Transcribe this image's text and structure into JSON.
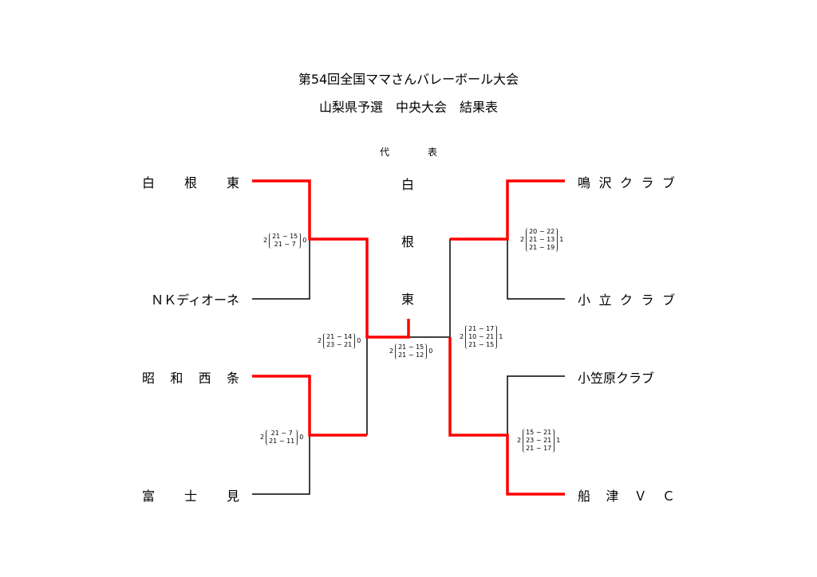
{
  "title": "第54回全国ママさんバレーボール大会",
  "subtitle": "山梨県予選　中央大会　結果表",
  "representative_label": [
    "代",
    "表"
  ],
  "champion": [
    "白",
    "根",
    "東"
  ],
  "teams_left": [
    {
      "name": [
        "白",
        "根",
        "東"
      ],
      "winner": true
    },
    {
      "name": [
        "ＮＫディオーネ"
      ],
      "winner": false
    },
    {
      "name": [
        "昭",
        "和",
        "西",
        "条"
      ],
      "winner": true
    },
    {
      "name": [
        "富",
        "士",
        "見"
      ],
      "winner": false
    }
  ],
  "teams_right": [
    {
      "name": [
        "鳴",
        "沢",
        "ク",
        "ラ",
        "ブ"
      ],
      "winner": true
    },
    {
      "name": [
        "小",
        "立",
        "ク",
        "ラ",
        "ブ"
      ],
      "winner": false
    },
    {
      "name": [
        "小笠原クラブ"
      ],
      "winner": false
    },
    {
      "name": [
        "船",
        "津",
        "Ｖ",
        "Ｃ"
      ],
      "winner": true
    }
  ],
  "scores": {
    "l1": {
      "left": "2",
      "sets": [
        "21 − 15",
        "21 −  7"
      ],
      "right": "0"
    },
    "l2": {
      "left": "2",
      "sets": [
        "21 −  7",
        "21 − 11"
      ],
      "right": "0"
    },
    "lsemi": {
      "left": "2",
      "sets": [
        "21 − 14",
        "23 − 21"
      ],
      "right": "0"
    },
    "r1": {
      "left": "2",
      "sets": [
        "20 − 22",
        "21 − 13",
        "21 − 19"
      ],
      "right": "1"
    },
    "r2": {
      "left": "2",
      "sets": [
        "15 − 21",
        "23 − 21",
        "21 − 17"
      ],
      "right": "1"
    },
    "rsemi": {
      "left": "2",
      "sets": [
        "21 − 17",
        "10 − 21",
        "21 − 15"
      ],
      "right": "1"
    },
    "final": {
      "left": "2",
      "sets": [
        "21 − 15",
        "21 − 12"
      ],
      "right": "0"
    }
  },
  "colors": {
    "winner_line": "#ff0000",
    "line": "#000000"
  }
}
